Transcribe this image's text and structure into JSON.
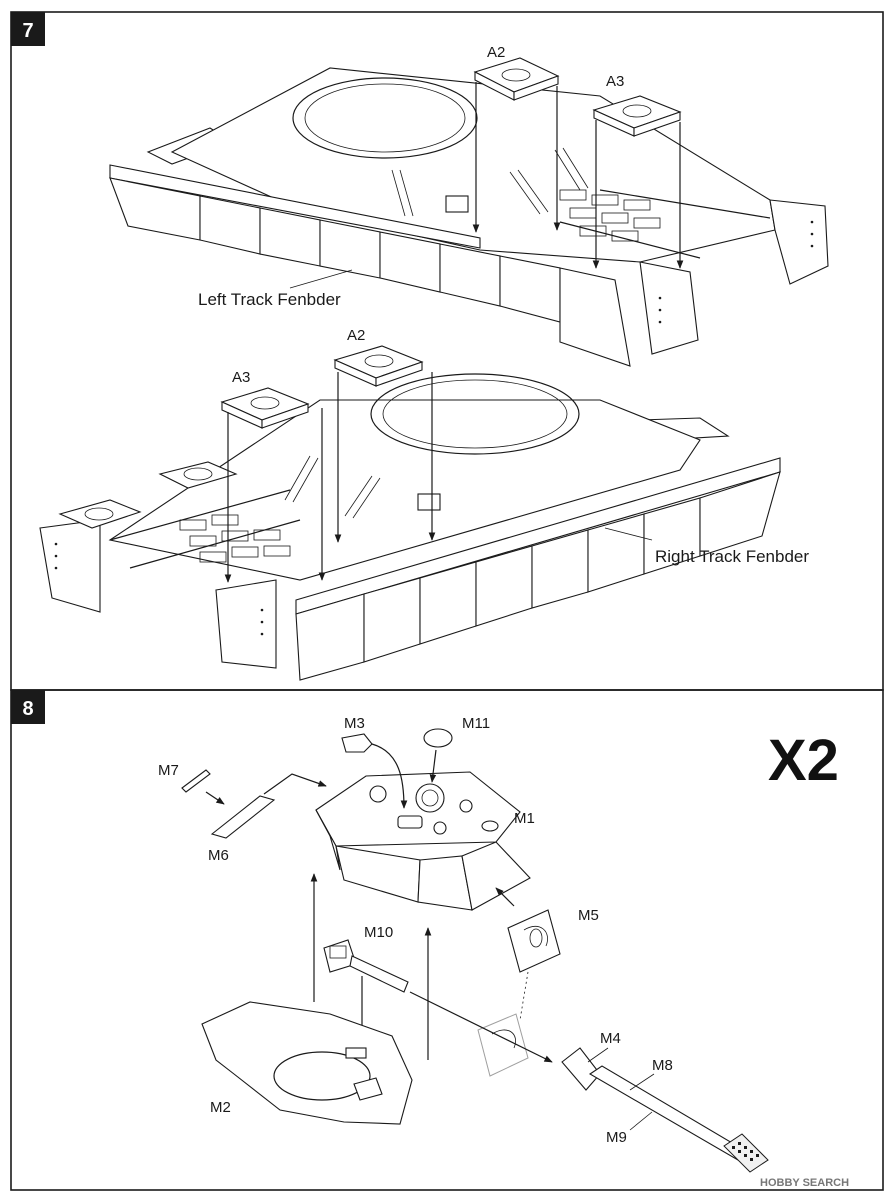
{
  "steps": [
    {
      "number": "7",
      "labels": {
        "left_fender": "Left Track Fenbder",
        "right_fender": "Right Track Fenbder"
      },
      "parts": {
        "a2_top": "A2",
        "a3_top": "A3",
        "a2_bottom": "A2",
        "a3_bottom": "A3"
      }
    },
    {
      "number": "8",
      "multiplier": "X2",
      "parts": {
        "m1": "M1",
        "m2": "M2",
        "m3": "M3",
        "m4": "M4",
        "m5": "M5",
        "m6": "M6",
        "m7": "M7",
        "m8": "M8",
        "m9": "M9",
        "m10": "M10",
        "m11": "M11"
      }
    }
  ],
  "watermark": "HOBBY SEARCH",
  "colors": {
    "border": "#1a1a1a",
    "step_badge": "#1a1a1a",
    "background": "#ffffff"
  }
}
